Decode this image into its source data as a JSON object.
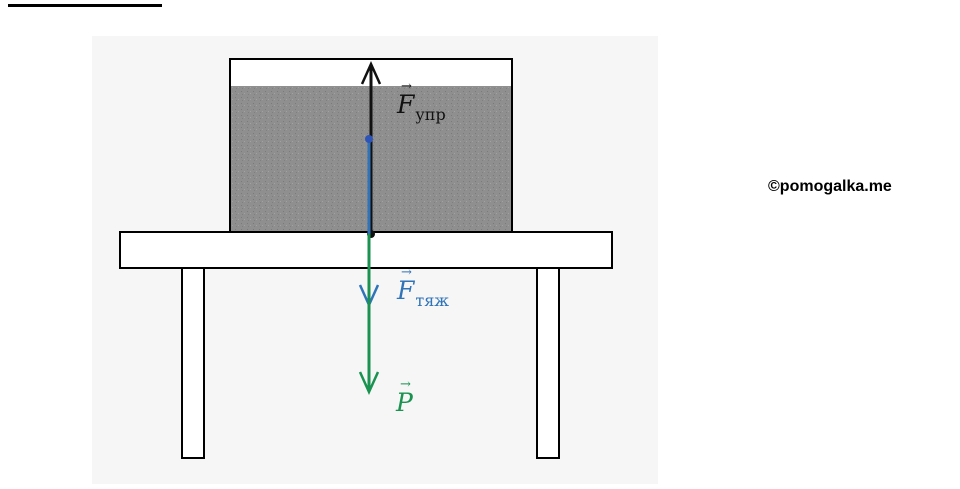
{
  "watermark": "©pomogalka.me",
  "colors": {
    "block_fill": "#8c8c8c",
    "elastic_force": "#111111",
    "gravity_force": "#2f74b8",
    "weight_force": "#1a9250"
  },
  "forces": {
    "elastic": {
      "symbol": "F",
      "subscript": "упр"
    },
    "gravity": {
      "symbol": "F",
      "subscript": "тяж"
    },
    "weight": {
      "symbol": "P",
      "subscript": ""
    }
  }
}
